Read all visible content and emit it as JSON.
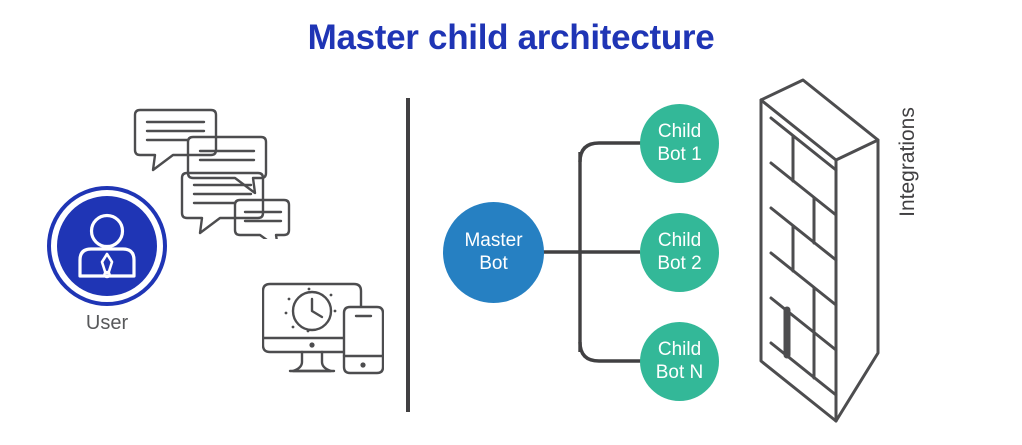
{
  "title": "Master child architecture",
  "colors": {
    "title_blue": "#1F35B5",
    "user_circle_blue": "#1F35B5",
    "master_bot_blue": "#2680C2",
    "child_bot_teal": "#33B898",
    "line_gray": "#414042",
    "label_gray": "#58595B",
    "background": "#FFFFFF"
  },
  "left_panel": {
    "user_label": "User",
    "user_icon_name": "user-avatar-icon",
    "chat_icon_name": "chat-bubbles-icon",
    "devices_icon_name": "monitor-and-phone-icon",
    "chat_bubbles": [
      {
        "lines": 3
      },
      {
        "lines": 2
      },
      {
        "lines": 3
      },
      {
        "lines": 2
      }
    ]
  },
  "divider": {
    "name": "vertical-divider"
  },
  "diagram": {
    "master": {
      "line1": "Master",
      "line2": "Bot"
    },
    "children": [
      {
        "line1": "Child",
        "line2": "Bot 1"
      },
      {
        "line1": "Child",
        "line2": "Bot 2"
      },
      {
        "line1": "Child",
        "line2": "Bot N"
      }
    ]
  },
  "integrations": {
    "label": "Integrations",
    "icon_name": "bookshelf-icon"
  }
}
